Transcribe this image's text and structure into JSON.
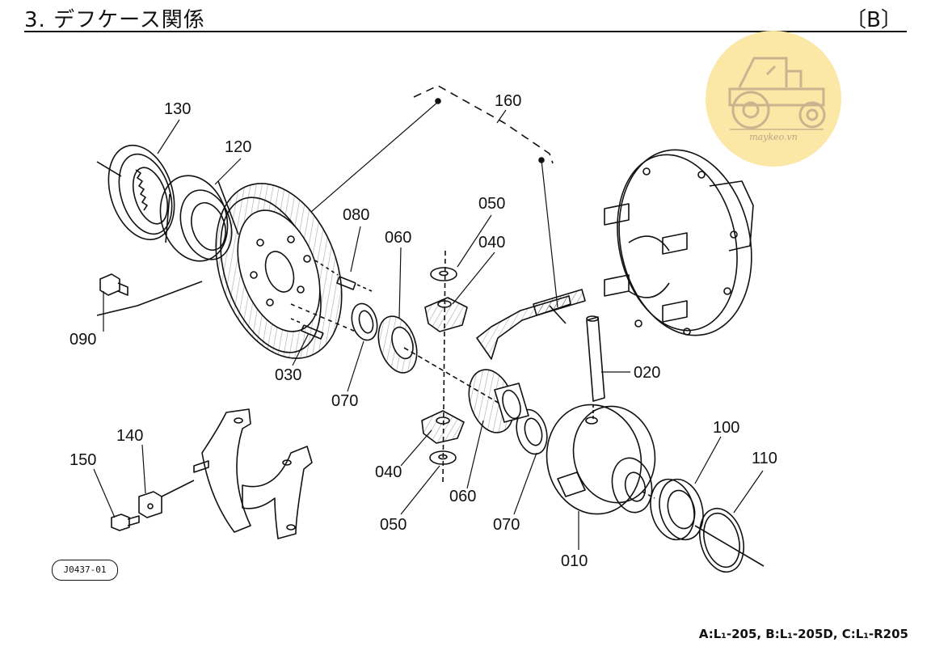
{
  "header": {
    "title": "3. デフケース関係",
    "variant": "〔B〕"
  },
  "watermark": {
    "text": "maykeo.vn",
    "logo": "tractor-icon"
  },
  "diagram": {
    "image_code": "J0437-01",
    "callouts": {
      "p010": "010",
      "p020": "020",
      "p030": "030",
      "p040a": "040",
      "p040b": "040",
      "p050a": "050",
      "p050b": "050",
      "p060a": "060",
      "p060b": "060",
      "p070a": "070",
      "p070b": "070",
      "p080": "080",
      "p090": "090",
      "p100": "100",
      "p110": "110",
      "p120": "120",
      "p130": "130",
      "p140": "140",
      "p150": "150",
      "p160": "160"
    }
  },
  "footer": {
    "models": "A:L₁-205, B:L₁-205D, C:L₁-R205"
  }
}
